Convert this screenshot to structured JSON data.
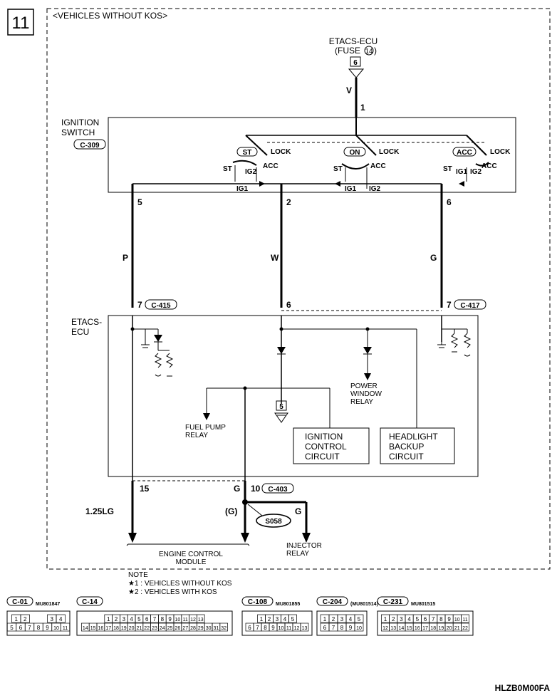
{
  "page_number": "11",
  "header": "<VEHICLES WITHOUT KOS>",
  "etacs_top": {
    "title": "ETACS-ECU",
    "fuse_prefix": "(FUSE",
    "fuse_no": "14",
    "fuse_suffix": ")",
    "connector_pin": "6",
    "wire": "V",
    "pin": "1"
  },
  "ignition_switch": {
    "title_1": "IGNITION",
    "title_2": "SWITCH",
    "connector": "C-309",
    "positions": [
      {
        "mode": "ST",
        "lock": "LOCK",
        "labels": [
          "ST",
          "IG2",
          "ACC"
        ]
      },
      {
        "mode": "ON",
        "lock": "LOCK",
        "labels": [
          "ST",
          "ACC"
        ]
      },
      {
        "mode": "ACC",
        "lock": "LOCK",
        "labels": [
          "ST",
          "IG1",
          "IG2",
          "ACC"
        ]
      }
    ],
    "bus_labels": [
      "IG1",
      "IG1",
      "IG2"
    ]
  },
  "wires": [
    {
      "pin_top": "5",
      "color": "P",
      "pin_bottom": "7",
      "connector": "C-415"
    },
    {
      "pin_top": "2",
      "color": "W",
      "pin_bottom": "6",
      "connector": ""
    },
    {
      "pin_top": "6",
      "color": "G",
      "pin_bottom": "7",
      "connector": "C-417"
    }
  ],
  "etacs_ecu": {
    "title_1": "ETACS-",
    "title_2": "ECU",
    "power_window": [
      "POWER",
      "WINDOW",
      "RELAY"
    ],
    "fuel_pump": [
      "FUEL PUMP",
      "RELAY"
    ],
    "ground_pin": "5",
    "ignition_control": [
      "IGNITION",
      "CONTROL",
      "CIRCUIT"
    ],
    "headlight_backup": [
      "HEADLIGHT",
      "BACKUP",
      "CIRCUIT"
    ]
  },
  "outputs": {
    "left_pin": "15",
    "left_wire": "1.25LG",
    "right_wire_color": "G",
    "right_pin": "10",
    "right_connector": "C-403",
    "splice_wire": "(G)",
    "splice": "S058",
    "injector_wire": "G",
    "engine_module": [
      "ENGINE CONTROL",
      "MODULE"
    ],
    "injector": [
      "INJECTOR",
      "RELAY"
    ]
  },
  "note": {
    "title": "NOTE",
    "items": [
      "★1 : VEHICLES WITHOUT KOS",
      "★2 : VEHICLES WITH KOS"
    ]
  },
  "connectors": [
    {
      "name": "C-01",
      "part": "MU801847",
      "rows": [
        [
          "1",
          "2",
          "",
          "",
          "3",
          "4"
        ],
        [
          "5",
          "6",
          "7",
          "8",
          "9",
          "10",
          "11"
        ]
      ]
    },
    {
      "name": "C-14",
      "part": "",
      "rows": [
        [
          "1",
          "2",
          "3",
          "4",
          "5",
          "6",
          "7",
          "8",
          "9",
          "10",
          "11",
          "12",
          "13"
        ],
        [
          "14",
          "15",
          "16",
          "17",
          "18",
          "19",
          "20",
          "21",
          "22",
          "23",
          "24",
          "25",
          "26",
          "27",
          "28",
          "29",
          "30",
          "31",
          "32"
        ]
      ]
    },
    {
      "name": "C-108",
      "part": "MU801855",
      "rows": [
        [
          "1",
          "2",
          "3",
          "4",
          "5"
        ],
        [
          "6",
          "7",
          "8",
          "9",
          "10",
          "11",
          "12",
          "13"
        ]
      ]
    },
    {
      "name": "C-204",
      "part": "(MU801514)",
      "rows": [
        [
          "1",
          "2",
          "3",
          "4",
          "5"
        ],
        [
          "6",
          "7",
          "8",
          "9",
          "10"
        ]
      ]
    },
    {
      "name": "C-231",
      "part": "MU801515",
      "rows": [
        [
          "1",
          "2",
          "3",
          "4",
          "5",
          "6",
          "7",
          "8",
          "9",
          "10",
          "11"
        ],
        [
          "12",
          "13",
          "14",
          "15",
          "16",
          "17",
          "18",
          "19",
          "20",
          "21",
          "22"
        ]
      ]
    }
  ],
  "footer_code": "HLZB0M00FA"
}
